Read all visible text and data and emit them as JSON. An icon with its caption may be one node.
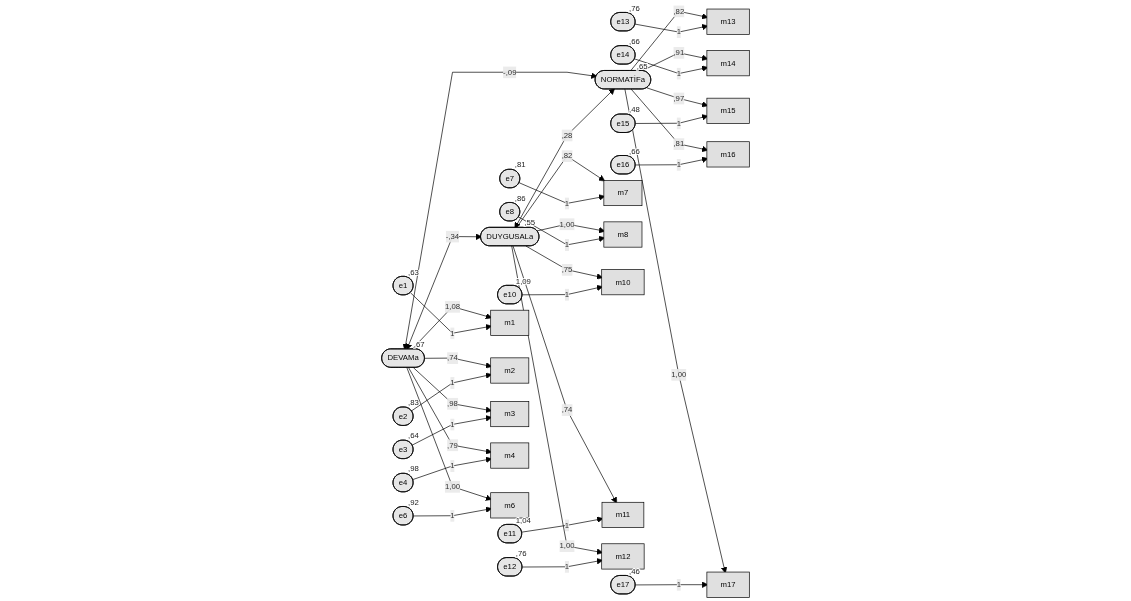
{
  "diagram": {
    "nodes": [
      {
        "text": [
          "e1"
        ],
        "beside": [
          ",63"
        ]
      },
      {
        "text": [
          "e2"
        ],
        "beside": [
          ",83"
        ]
      },
      {
        "text": [
          "e3"
        ],
        "beside": [
          ",64"
        ]
      },
      {
        "text": [
          "e4"
        ],
        "beside": [
          ",98"
        ]
      },
      {
        "text": [
          "e6"
        ],
        "beside": [
          ",92"
        ]
      },
      {
        "text": [
          "e7"
        ],
        "beside": [
          ",81"
        ]
      },
      {
        "text": [
          "e8"
        ],
        "beside": [
          ",86"
        ]
      },
      {
        "text": [
          "e10"
        ],
        "beside": [
          "1,09"
        ]
      },
      {
        "text": [
          "e11"
        ],
        "beside": [
          "1,04"
        ]
      },
      {
        "text": [
          "e12"
        ],
        "beside": [
          ",76"
        ]
      },
      {
        "text": [
          "e13"
        ],
        "beside": [
          ",76"
        ]
      },
      {
        "text": [
          "e14"
        ],
        "beside": [
          ",66"
        ]
      },
      {
        "text": [
          "e15"
        ],
        "beside": [
          ",48"
        ]
      },
      {
        "text": [
          "e16"
        ],
        "beside": [
          ",66"
        ]
      },
      {
        "text": [
          "e17"
        ],
        "beside": [
          ",46"
        ]
      },
      {
        "text": [
          "m1"
        ]
      },
      {
        "text": [
          "m2"
        ]
      },
      {
        "text": [
          "m3"
        ]
      },
      {
        "text": [
          "m4"
        ]
      },
      {
        "text": [
          "m6"
        ]
      },
      {
        "text": [
          "m7"
        ]
      },
      {
        "text": [
          "m8"
        ]
      },
      {
        "text": [
          "m10"
        ]
      },
      {
        "text": [
          "m11"
        ]
      },
      {
        "text": [
          "m12"
        ]
      },
      {
        "text": [
          "m13"
        ]
      },
      {
        "text": [
          "m14"
        ]
      },
      {
        "text": [
          "m15"
        ]
      },
      {
        "text": [
          "m16"
        ]
      },
      {
        "text": [
          "m17"
        ]
      },
      {
        "text": [
          "DEVAMa"
        ],
        "beside": [
          ",67"
        ]
      },
      {
        "text": [
          "DUYGUSALa"
        ],
        "beside": [
          ",55"
        ]
      },
      {
        "text": [
          "NORMATİFa"
        ],
        "beside": [
          ",65"
        ]
      }
    ],
    "edges": [
      {
        "from": 0,
        "to": 15,
        "arrow": "to",
        "label": "1"
      },
      {
        "from": 1,
        "to": 16,
        "arrow": "to",
        "label": "1"
      },
      {
        "from": 2,
        "to": 17,
        "arrow": "to",
        "label": "1"
      },
      {
        "from": 3,
        "to": 18,
        "arrow": "to",
        "label": "1"
      },
      {
        "from": 4,
        "to": 19,
        "arrow": "to",
        "label": "1"
      },
      {
        "from": 5,
        "to": 20,
        "arrow": "to",
        "label": "1"
      },
      {
        "from": 6,
        "to": 21,
        "arrow": "to",
        "label": "1"
      },
      {
        "from": 7,
        "to": 22,
        "arrow": "to",
        "label": "1"
      },
      {
        "from": 8,
        "to": 23,
        "arrow": "to",
        "label": "1"
      },
      {
        "from": 9,
        "to": 24,
        "arrow": "to",
        "label": "1"
      },
      {
        "from": 10,
        "to": 25,
        "arrow": "to",
        "label": "1"
      },
      {
        "from": 11,
        "to": 26,
        "arrow": "to",
        "label": "1"
      },
      {
        "from": 12,
        "to": 27,
        "arrow": "to",
        "label": "1"
      },
      {
        "from": 13,
        "to": 28,
        "arrow": "to",
        "label": "1"
      },
      {
        "from": 14,
        "to": 29,
        "arrow": "to",
        "label": "1"
      },
      {
        "from": 30,
        "to": 15,
        "arrow": "to",
        "label": "1,08"
      },
      {
        "from": 30,
        "to": 16,
        "arrow": "to",
        "label": ",74"
      },
      {
        "from": 30,
        "to": 17,
        "arrow": "to",
        "label": ",98"
      },
      {
        "from": 30,
        "to": 18,
        "arrow": "to",
        "label": ",79"
      },
      {
        "from": 30,
        "to": 19,
        "arrow": "to",
        "label": "1,00"
      },
      {
        "from": 31,
        "to": 20,
        "arrow": "to",
        "label": ",82"
      },
      {
        "from": 31,
        "to": 21,
        "arrow": "to",
        "label": "1,00"
      },
      {
        "from": 31,
        "to": 22,
        "arrow": "to",
        "label": ",75"
      },
      {
        "from": 31,
        "to": 23,
        "arrow": "to",
        "label": ",74"
      },
      {
        "from": 31,
        "to": 24,
        "arrow": "to",
        "label": "1,00"
      },
      {
        "from": 32,
        "to": 25,
        "arrow": "to",
        "label": ",82"
      },
      {
        "from": 32,
        "to": 26,
        "arrow": "to",
        "label": ",91"
      },
      {
        "from": 32,
        "to": 27,
        "arrow": "to",
        "label": ",97"
      },
      {
        "from": 32,
        "to": 28,
        "arrow": "to",
        "label": ",81"
      },
      {
        "from": 32,
        "to": 29,
        "arrow": "to",
        "label": "1,00"
      },
      {
        "from": 30,
        "to": 31,
        "arrow": "both",
        "label": "-,34"
      },
      {
        "from": 31,
        "to": 32,
        "arrow": "both",
        "label": ",28"
      },
      {
        "from": 30,
        "to": 32,
        "arrow": "both",
        "label": "-,09"
      }
    ]
  }
}
